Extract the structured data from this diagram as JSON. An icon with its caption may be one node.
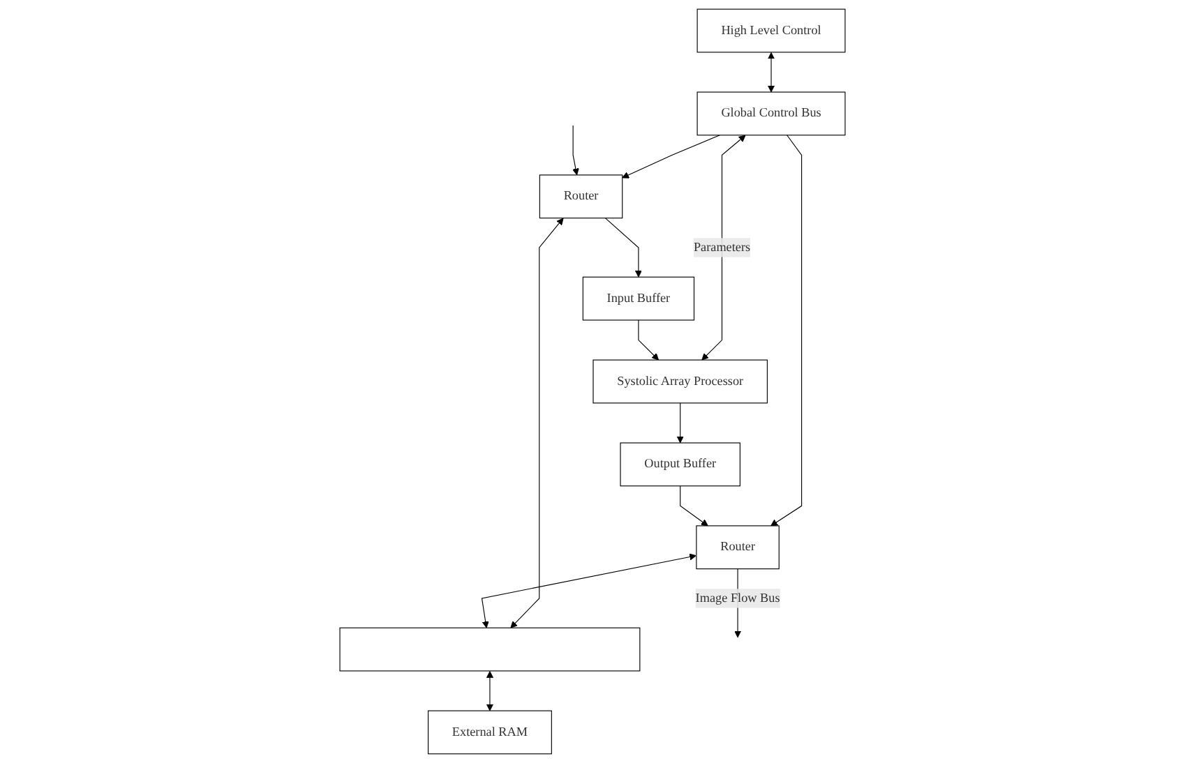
{
  "diagram": {
    "nodes": [
      {
        "text": [
          "High Level Control"
        ]
      },
      {
        "text": [
          "Global Control Bus"
        ]
      },
      {
        "text": [
          "Router"
        ]
      },
      {
        "text": [
          "Input Buffer"
        ]
      },
      {
        "text": [
          "Systolic Array Processor"
        ]
      },
      {
        "text": [
          "Output Buffer"
        ]
      },
      {
        "text": [
          "Router"
        ]
      },
      {
        "text": [],
        "shape": "bar"
      },
      {
        "text": [
          "External RAM"
        ]
      }
    ],
    "edges": [
      {
        "from": 0,
        "to": 1,
        "arrow": "both"
      },
      {
        "from": 1,
        "to": 2,
        "arrow": "to"
      },
      {
        "from": 1,
        "to": 4,
        "arrow": "both",
        "label": "Parameters"
      },
      {
        "from": 1,
        "to": 6,
        "arrow": "to"
      },
      {
        "from": null,
        "to": 2,
        "arrow": "to"
      },
      {
        "from": 2,
        "to": 3,
        "arrow": "to"
      },
      {
        "from": 3,
        "to": 4,
        "arrow": "to"
      },
      {
        "from": 4,
        "to": 5,
        "arrow": "to"
      },
      {
        "from": 5,
        "to": 6,
        "arrow": "to"
      },
      {
        "from": 6,
        "to": null,
        "arrow": "to",
        "label": "Image Flow Bus"
      },
      {
        "from": 2,
        "to": 7,
        "arrow": "both"
      },
      {
        "from": 6,
        "to": 7,
        "arrow": "both"
      },
      {
        "from": 7,
        "to": 8,
        "arrow": "both"
      }
    ]
  }
}
